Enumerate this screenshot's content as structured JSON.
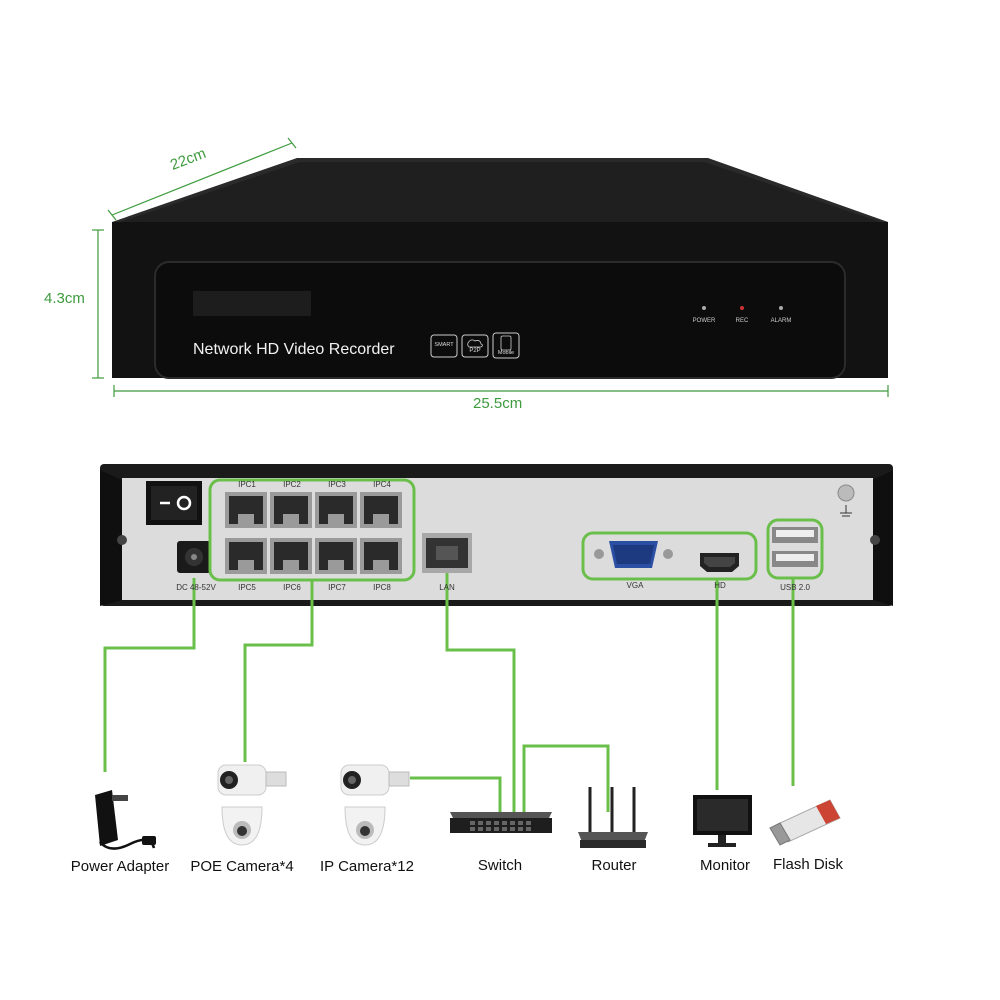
{
  "dimensions": {
    "depth": "22cm",
    "height": "4.3cm",
    "width": "25.5cm"
  },
  "front_panel": {
    "product_name": "Network HD Video Recorder",
    "badges": [
      "SMART",
      "P2P",
      "Mobile"
    ],
    "leds": [
      "POWER",
      "REC",
      "ALARM"
    ]
  },
  "rear_panel": {
    "poe_ports_top": [
      "IPC1",
      "IPC2",
      "IPC3",
      "IPC4"
    ],
    "poe_ports_bottom": [
      "IPC5",
      "IPC6",
      "IPC7",
      "IPC8"
    ],
    "power_input": "DC 48-52V",
    "lan": "LAN",
    "vga": "VGA",
    "hdmi": "HD",
    "usb": "USB 2.0"
  },
  "devices": [
    {
      "name": "Power Adapter",
      "icon": "power-adapter-icon"
    },
    {
      "name": "POE Camera*4",
      "icon": "poe-camera-icon"
    },
    {
      "name": "IP Camera*12",
      "icon": "ip-camera-icon"
    },
    {
      "name": "Switch",
      "icon": "switch-icon"
    },
    {
      "name": "Router",
      "icon": "router-icon"
    },
    {
      "name": "Monitor",
      "icon": "monitor-icon"
    },
    {
      "name": "Flash Disk",
      "icon": "flash-disk-icon"
    }
  ],
  "colors": {
    "connector_line": "#6abf4b",
    "dimension_line": "#3e9b3e",
    "chassis": "#111111",
    "panel": "#d9d9d9"
  }
}
